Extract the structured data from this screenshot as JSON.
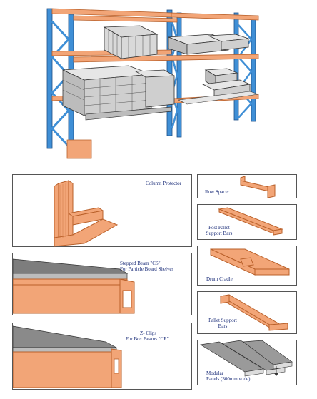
{
  "colors": {
    "upright_blue": "#3f8fd6",
    "beam_orange": "#f2a577",
    "beam_orange_dark": "#e07a3f",
    "load_gray": "#cfcfcf",
    "line": "#333333",
    "label_blue": "#1d2f7a"
  },
  "labels": {
    "column_protector": "Column Protector",
    "stepped_beam_1": "Stepped Beam \"CS\"",
    "stepped_beam_2": "For Particle Board Shelves",
    "zclips_1": "Z- Clips",
    "zclips_2": "For Box Beams \"CR\"",
    "row_spacer": "Row Spacer",
    "post_pallet_1": "Post Pallet",
    "post_pallet_2": "Support Bars",
    "drum_cradle": "Drum Cradle",
    "pallet_support_1": "Pallet Support",
    "pallet_support_2": "Bars",
    "modular_1": "Modular",
    "modular_2": "Panels (300mm wide)"
  }
}
